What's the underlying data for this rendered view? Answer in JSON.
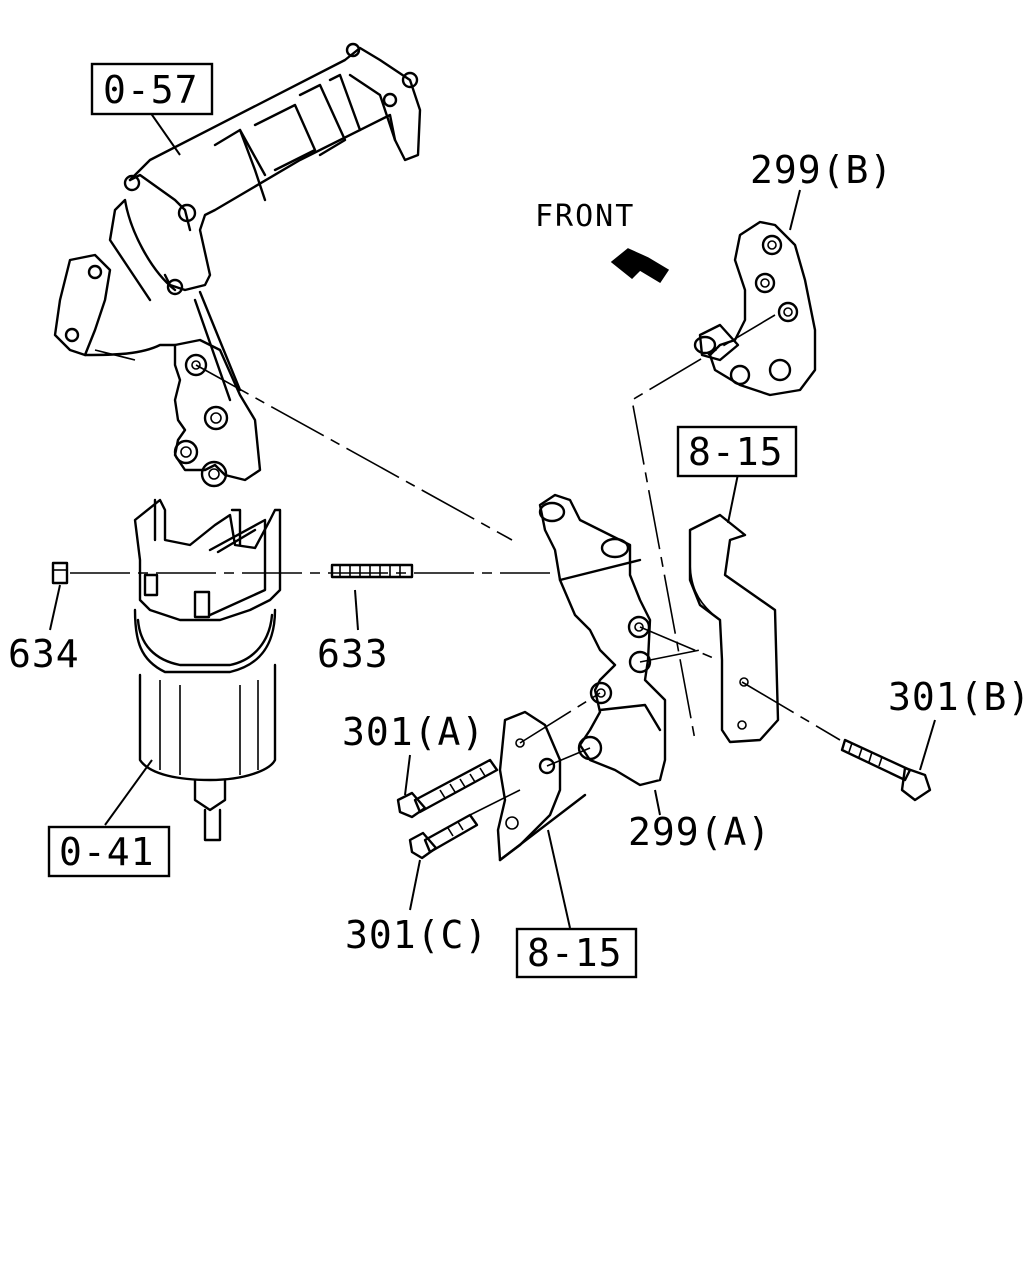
{
  "diagram": {
    "direction_label": "FRONT",
    "reference_boxes": [
      {
        "id": "ref-0-57",
        "text": "0-57"
      },
      {
        "id": "ref-8-15-upper",
        "text": "8-15"
      },
      {
        "id": "ref-0-41",
        "text": "0-41"
      },
      {
        "id": "ref-8-15-lower",
        "text": "8-15"
      }
    ],
    "part_labels": [
      {
        "id": "part-299b",
        "text": "299(B)"
      },
      {
        "id": "part-634",
        "text": "634"
      },
      {
        "id": "part-633",
        "text": "633"
      },
      {
        "id": "part-301a",
        "text": "301(A)"
      },
      {
        "id": "part-301b",
        "text": "301(B)"
      },
      {
        "id": "part-299a",
        "text": "299(A)"
      },
      {
        "id": "part-301c",
        "text": "301(C)"
      }
    ]
  }
}
